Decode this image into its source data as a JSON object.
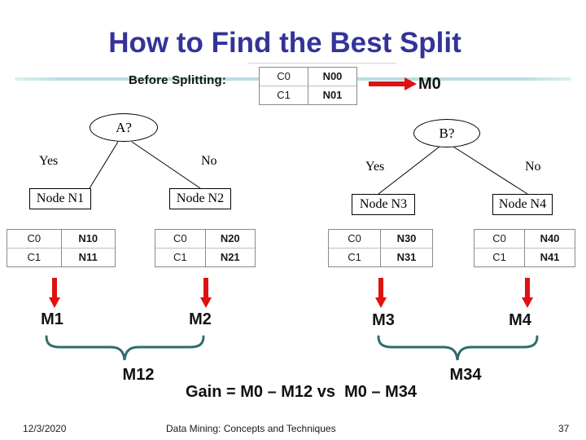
{
  "title": "How to Find the Best Split",
  "before_splitting": {
    "label": "Before Splitting:",
    "table": {
      "rows": [
        [
          "C0",
          "N00"
        ],
        [
          "C1",
          "N01"
        ]
      ]
    },
    "measure_label": "M0"
  },
  "tree_a": {
    "root": "A?",
    "yes_label": "Yes",
    "no_label": "No",
    "left_node": "Node N1",
    "right_node": "Node N2"
  },
  "tree_b": {
    "root": "B?",
    "yes_label": "Yes",
    "no_label": "No",
    "left_node": "Node N3",
    "right_node": "Node N4"
  },
  "node_tables": [
    {
      "rows": [
        [
          "C0",
          "N10"
        ],
        [
          "C1",
          "N11"
        ]
      ]
    },
    {
      "rows": [
        [
          "C0",
          "N20"
        ],
        [
          "C1",
          "N21"
        ]
      ]
    },
    {
      "rows": [
        [
          "C0",
          "N30"
        ],
        [
          "C1",
          "N31"
        ]
      ]
    },
    {
      "rows": [
        [
          "C0",
          "N40"
        ],
        [
          "C1",
          "N41"
        ]
      ]
    }
  ],
  "measures": {
    "m1": "M1",
    "m2": "M2",
    "m3": "M3",
    "m4": "M4"
  },
  "groups": {
    "left": "M12",
    "right": "M34"
  },
  "gain_formula": "Gain = M0 – M12 vs  M0 – M34",
  "footer": {
    "date": "12/3/2020",
    "title": "Data Mining: Concepts and Techniques",
    "page_number": "37"
  },
  "colors": {
    "title_text": "#333399",
    "accent_line": "#b6e0e2",
    "arrow_red": "#e01111",
    "brace_teal": "#2e6c6e"
  }
}
